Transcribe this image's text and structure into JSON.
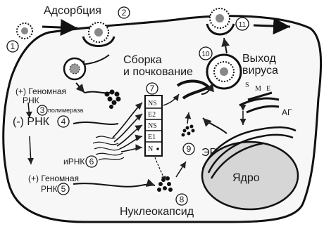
{
  "labels": {
    "adsorption": "Адсорбция",
    "assembly_line1": "Сборка",
    "assembly_line2": "и почкование",
    "exit_line1": "Выход",
    "exit_line2": "вируса",
    "genomic_pos1_line1": "(+) Геномная",
    "genomic_pos1_line2": "РНК",
    "polymerase": "полимераза",
    "neg_rna": "(-) РНК",
    "mrna": "иРНК",
    "genomic_pos2_line1": "(+) Геномная",
    "genomic_pos2_line2": "РНК",
    "nucleocapsid": "Нуклеокапсид",
    "er": "ЭР",
    "nucleus": "Ядро",
    "golgi": "АГ"
  },
  "steps": [
    "1",
    "2",
    "3",
    "4",
    "5",
    "6",
    "7",
    "8",
    "9",
    "10",
    "11"
  ],
  "proteins": [
    "NS",
    "E2",
    "NS",
    "E1",
    "N"
  ],
  "envelope_proteins": [
    "S",
    "M",
    "E"
  ]
}
